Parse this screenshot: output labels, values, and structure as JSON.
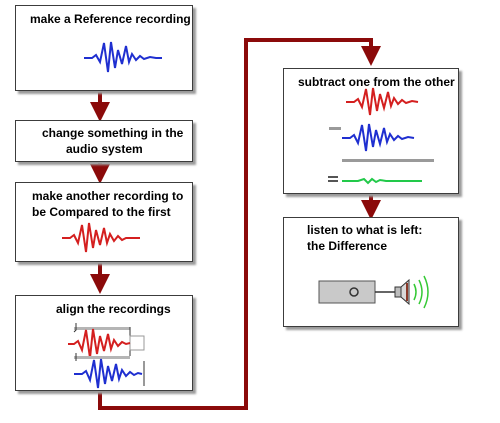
{
  "steps": {
    "reference": {
      "line1": "make a Reference recording"
    },
    "change": {
      "line1": "change something in the",
      "line2": "audio system"
    },
    "compare": {
      "line1": "make another recording to",
      "line2": "be Compared to the first"
    },
    "align": {
      "line1": "align the recordings"
    },
    "subtract": {
      "line1": "subtract one from the other"
    },
    "listen": {
      "line1": "listen to what is left:",
      "line2": "the Difference"
    }
  },
  "colors": {
    "arrow": "#8b0a0a",
    "reference_wave": "#1f2fd0",
    "compare_wave": "#d41f1f",
    "difference_wave": "#22c94a",
    "speaker_box": "#c9c9c9",
    "sound_waves": "#35c935"
  },
  "icons": {
    "speaker": "speaker-icon",
    "sound": "sound-waves-icon"
  }
}
